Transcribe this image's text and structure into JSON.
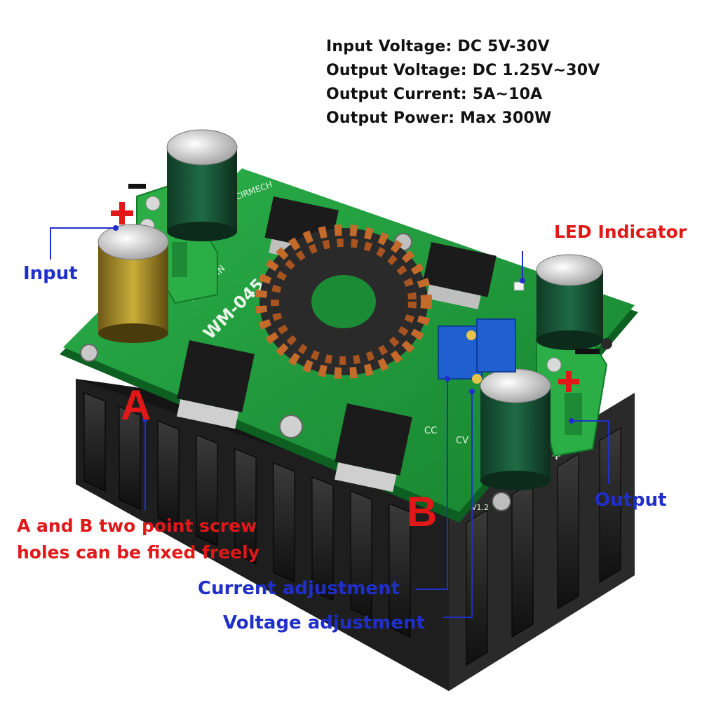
{
  "specs": {
    "input_voltage": "Input Voltage: DC 5V-30V",
    "output_voltage": "Output Voltage: DC 1.25V~30V",
    "output_current": "Output Current: 5A~10A",
    "output_power": "Output Power: Max 300W"
  },
  "labels": {
    "input": "Input",
    "output": "Output",
    "led_indicator": "LED Indicator",
    "current_adjustment": "Current adjustment",
    "voltage_adjustment": "Voltage adjustment",
    "point_a": "A",
    "point_b": "B",
    "screw_note_line1": "A and B two point screw",
    "screw_note_line2": "holes can be fixed freely"
  },
  "board_marks": {
    "model": "WM-045",
    "power_in": "POWER IN",
    "brand": "CIRMECH",
    "minus": "−",
    "plus": "+",
    "cc": "CC",
    "cv": "CV",
    "version": "V1.2"
  },
  "colors": {
    "label_blue": "#1f2fc8",
    "label_red": "#e01818",
    "pcb_green": "#1f9a3a",
    "heatsink": "#1b1b1b",
    "copper": "#c46a2a"
  }
}
